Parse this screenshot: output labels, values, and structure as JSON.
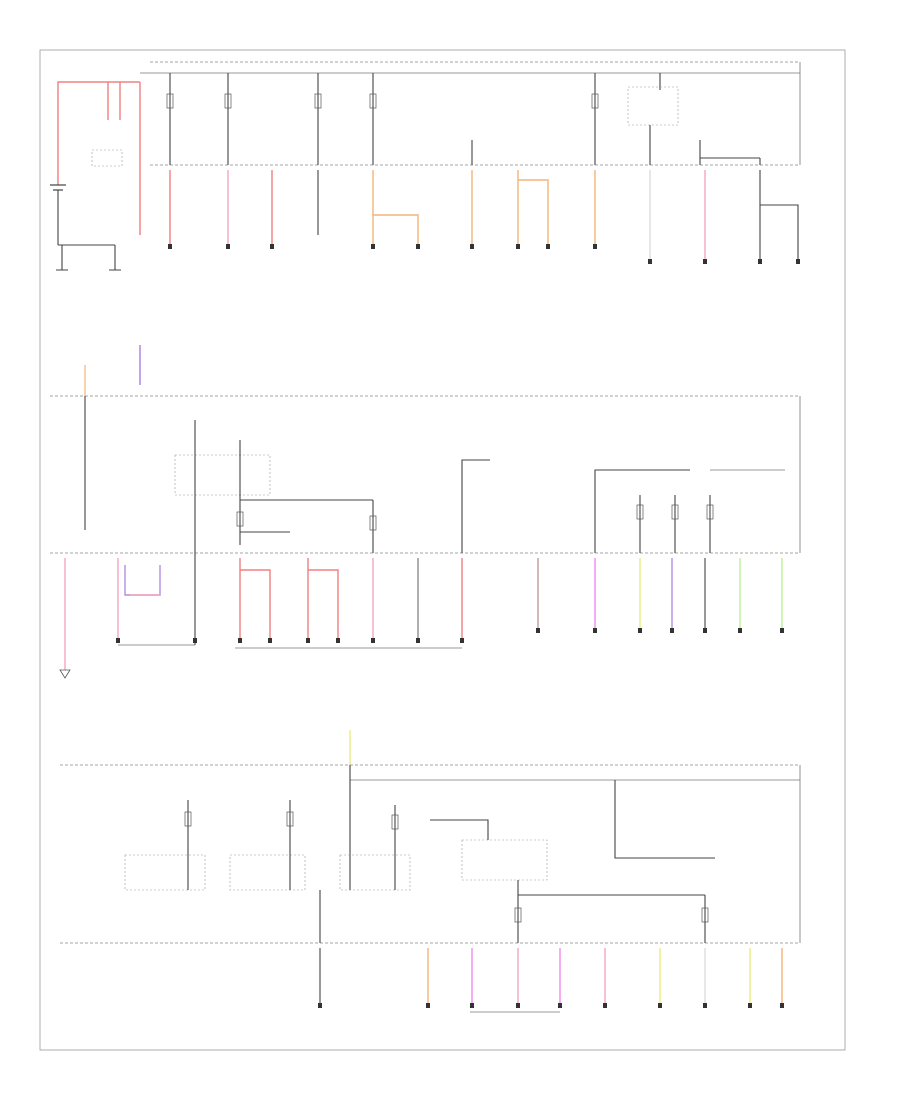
{
  "colors": {
    "background": "#ffffff",
    "wire_default": "#444444",
    "red": "#f08080",
    "pink": "#f4a6c0",
    "orange": "#f5b37a",
    "violet": "#b48ee0",
    "yellow": "#ecec80",
    "light_green": "#b8f09a",
    "magenta": "#f08cf0",
    "brown": "#c09a9a",
    "light_blue": "#a0c8f0"
  },
  "labels": {
    "section1_right": "",
    "section2_right": "",
    "section3_right": "",
    "page_ref": ""
  },
  "icons": [
    "fuse-symbol",
    "relay-symbol",
    "ground-symbol",
    "battery-symbol",
    "connector-symbol"
  ]
}
